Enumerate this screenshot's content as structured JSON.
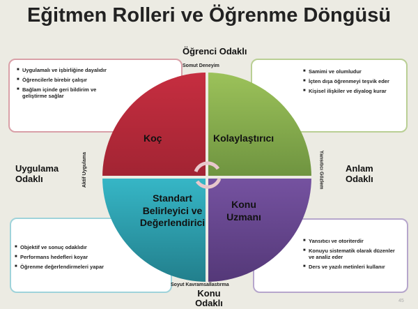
{
  "title": "Eğitmen Rolleri ve Öğrenme Döngüsü",
  "axes": {
    "top": "Öğrenci Odaklı",
    "left": "Uygulama Odaklı",
    "right": "Anlam Odaklı",
    "bottom": "Konu Odaklı"
  },
  "cycle": {
    "top": "Somut Deneyim",
    "bottom": "Soyut Kavramsallastırma",
    "left": "Aktif Uygulama",
    "right": "Yansıtıcı Gözlem"
  },
  "roles": {
    "coach": "Koç",
    "facilitator": "Kolaylaştırıcı",
    "assessor": "Standart Belirleyici ve Değerlendirici",
    "expert": "Konu Uzmanı"
  },
  "boxes": {
    "coach": [
      "Uygulamalı ve işbirliğine dayalıdır",
      "Öğrencilerle birebir çalışır",
      "Bağlam içinde geri bildirim ve geliştirme sağlar"
    ],
    "facilitator": [
      "Samimi ve olumludur",
      "İçten dışa öğrenmeyi teşvik eder",
      "Kişisel ilişkiler ve diyalog kurar"
    ],
    "assessor": [
      "Objektif ve sonuç odaklıdır",
      "Performans hedefleri koyar",
      "Öğrenme değerlendirmeleri yapar"
    ],
    "expert": [
      "Yansıtıcı ve otoriterdir",
      "Konuyu sistematik olarak düzenler ve analiz eder",
      "Ders ve yazılı metinleri kullanır"
    ]
  },
  "page_number": "45",
  "colors": {
    "coach": "#b5283a",
    "facilitator": "#86aa4a",
    "assessor": "#2aa8b8",
    "expert": "#6a4a90"
  }
}
